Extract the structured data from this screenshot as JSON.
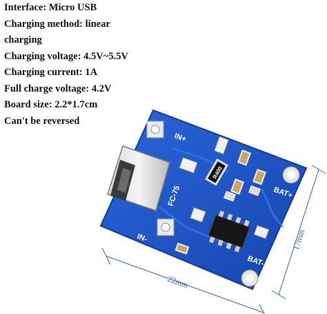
{
  "specs": [
    "Interface: Micro USB",
    "Charging method: linear",
    "charging",
    "Charging voltage: 4.5V~5.5V",
    "Charging current: 1A",
    "Full charge voltage: 4.2V",
    "Board size: 2.2*1.7cm",
    "Can't be reversed"
  ],
  "board": {
    "label_in_plus": "IN+",
    "label_in_minus": "IN-",
    "label_bat_plus": "BAT+",
    "label_bat_minus": "BAT-",
    "chip_marking": "FC-75",
    "resistor_marking": "R400"
  },
  "dimensions": {
    "width_label": "22mm",
    "height_label": "17mm"
  },
  "colors": {
    "pcb": "#1e55c8",
    "dimension": "#2b63b6"
  }
}
